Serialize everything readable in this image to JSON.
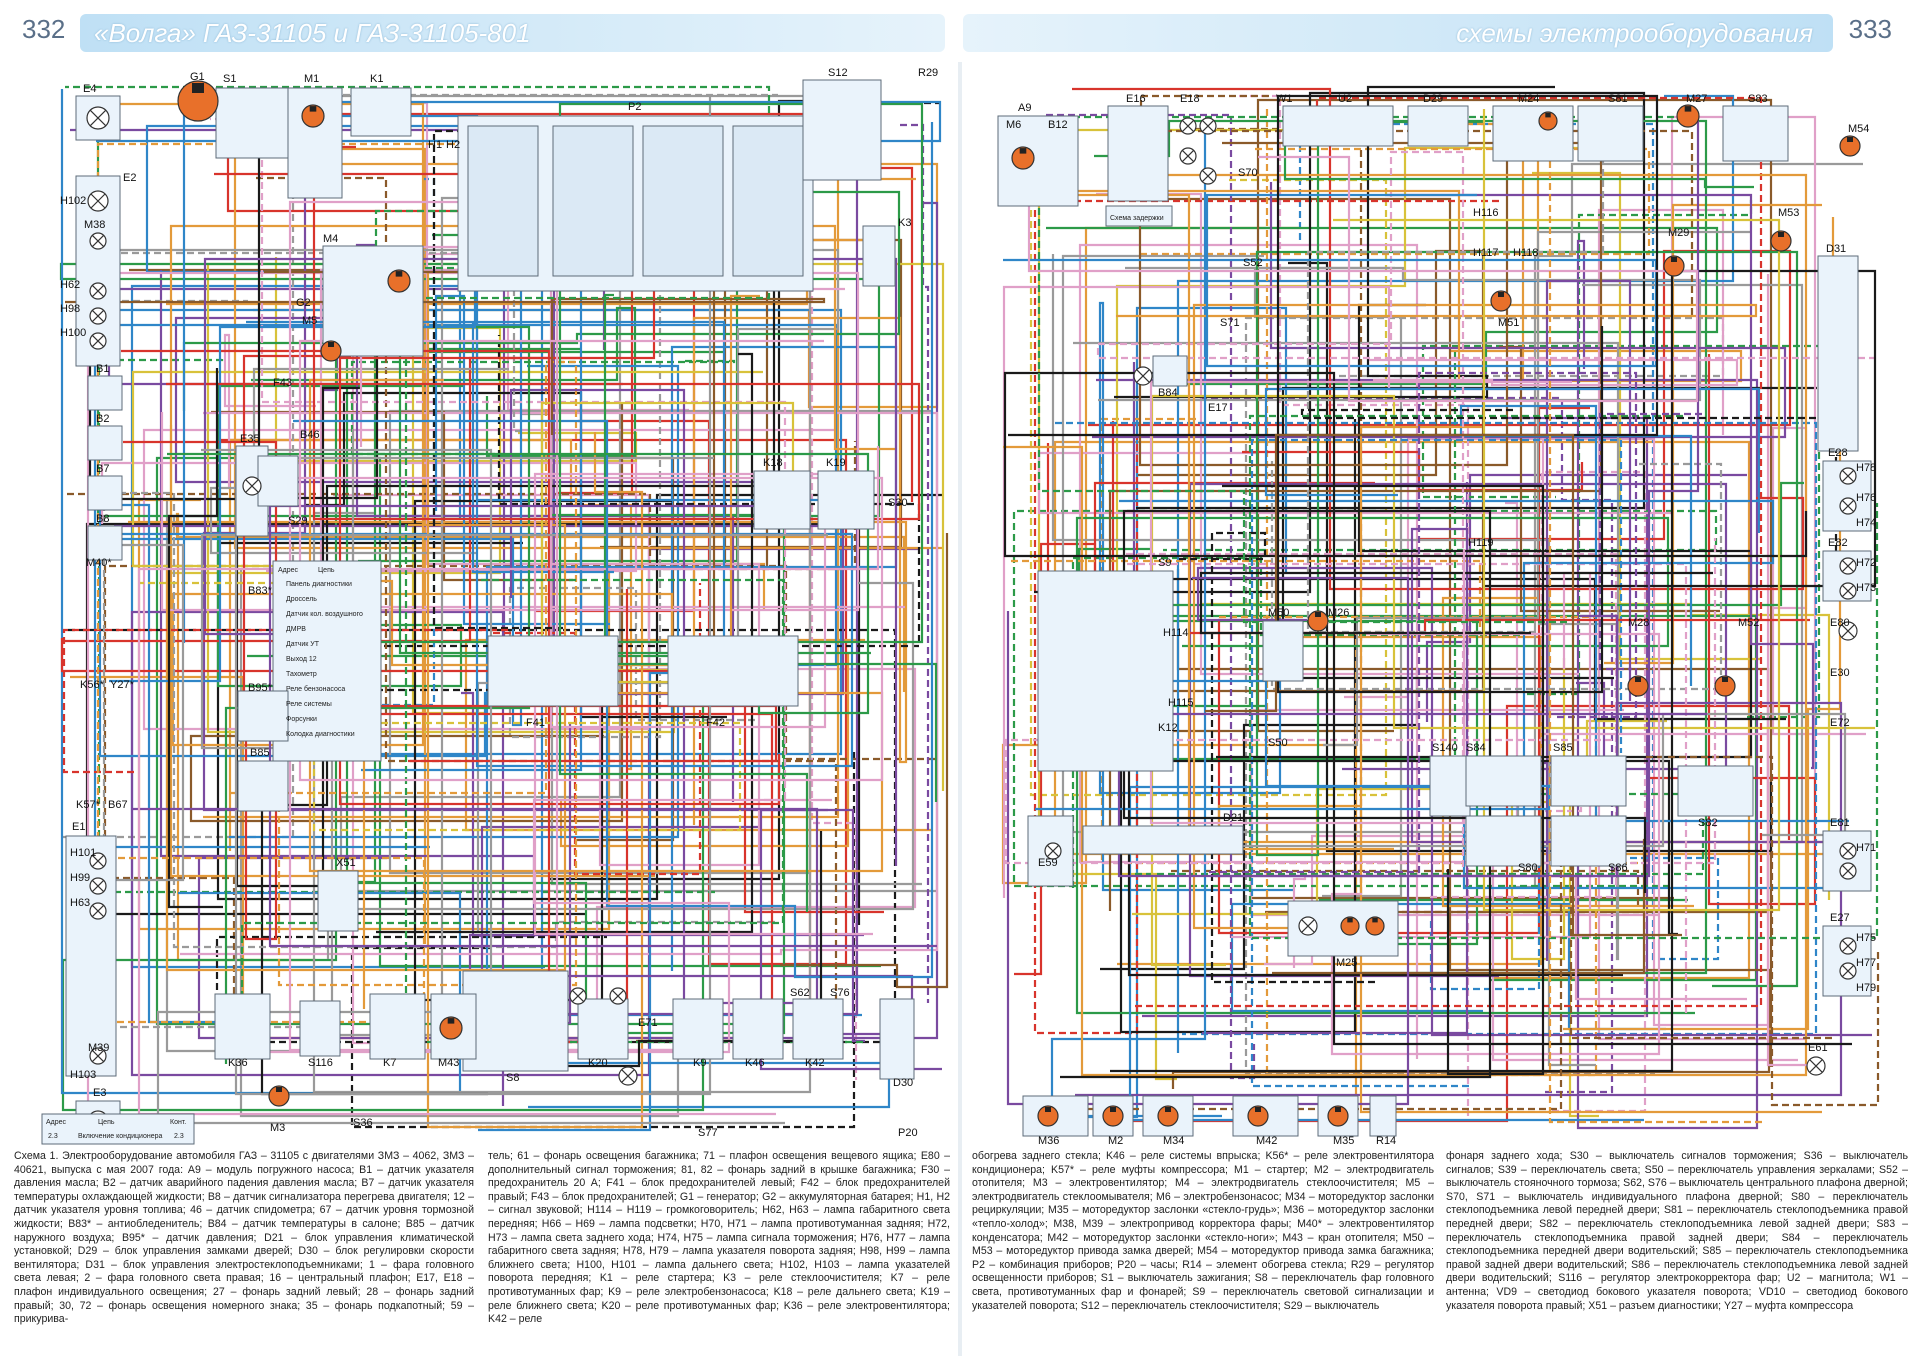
{
  "header": {
    "page_left": "332",
    "title_left": "«Волга» ГАЗ-31105 и ГАЗ-31105-801",
    "title_right": "схемы электрооборудования",
    "page_right": "333"
  },
  "colors": {
    "banner": "#bfe0f5",
    "wire_red": "#d8342c",
    "wire_blue": "#2f86c8",
    "wire_green": "#2c9a48",
    "wire_black": "#1a1a1a",
    "wire_orange": "#e39a3a",
    "wire_pink": "#e0a0c8",
    "wire_brown": "#8a5a2a",
    "wire_violet": "#7a4aa0",
    "wire_grey": "#9a9a9a",
    "wire_yellow": "#d8c23a",
    "component_fill": "#eaf3fb"
  },
  "components": {
    "left": [
      "E4",
      "G1",
      "S1",
      "M1",
      "K1",
      "S12",
      "R29",
      "E2",
      "H102",
      "M38",
      "H62",
      "H98",
      "H100",
      "H1",
      "H2",
      "P2",
      "K3",
      "M4",
      "G2",
      "M5",
      "F43",
      "B1",
      "B2",
      "B7",
      "B8",
      "E35",
      "B46",
      "S29",
      "K18",
      "K19",
      "S30",
      "M40*",
      "B83*",
      "B95*",
      "K56*",
      "Y27*",
      "B85",
      "F41",
      "F42",
      "K57*",
      "B67",
      "E1",
      "H101",
      "H99",
      "H63",
      "X51",
      "M39",
      "H103",
      "E3",
      "E71",
      "S62",
      "S76",
      "K36",
      "S116",
      "K7",
      "M43",
      "S8",
      "K20",
      "K9",
      "K46",
      "K42",
      "D30",
      "M3",
      "S36",
      "S77",
      "P20"
    ],
    "right": [
      "A9",
      "M6",
      "B12",
      "E16",
      "E18",
      "W1",
      "U2",
      "D29",
      "M24",
      "S81",
      "M27",
      "S83",
      "M54",
      "S70",
      "M29",
      "M53",
      "H116",
      "H117",
      "H118",
      "S52",
      "S71",
      "D31",
      "B84",
      "E17",
      "M51",
      "E28",
      "H78",
      "H76",
      "H74",
      "H119",
      "E82",
      "H72",
      "H73",
      "S9",
      "H114",
      "M50",
      "M26",
      "M28",
      "M52",
      "E80",
      "H115",
      "S140",
      "S84",
      "S85",
      "E30",
      "E72",
      "K12",
      "S50",
      "S82",
      "D21",
      "E81",
      "H71",
      "H75",
      "E59",
      "S80",
      "S86",
      "E27",
      "H77",
      "H79",
      "M25",
      "E61",
      "M36",
      "M2",
      "M34",
      "M42",
      "M35",
      "R14"
    ]
  },
  "inset_labels": {
    "delay_scheme": "Схема задержки"
  },
  "tables": {
    "diagnostic": {
      "col1": "Адрес",
      "col2": "Цепь",
      "rows": [
        "Панель диагностики",
        "Дроссель",
        "Датчик кол. воздушного",
        "ДМРВ",
        "Датчик УТ",
        "Выход 12",
        "Тахометр",
        "Реле бензонасоса",
        "Реле системы",
        "Форсунки",
        "Колодка диагностики"
      ]
    },
    "ac": {
      "col1": "Адрес",
      "col2": "Цепь",
      "col3": "Конт.",
      "row_addr": "2.3",
      "row_circuit": "Включение кондиционера",
      "row_contact": "2.3"
    }
  },
  "caption": {
    "c1": "Схема 1. Электрооборудование автомобиля ГАЗ – 31105 с двигателями ЗМЗ – 4062, ЗМЗ – 40621, выпуска с мая 2007 года: A9 – модуль погружного насоса; B1 – датчик указателя давления масла; B2 – датчик аварийного падения давления масла; B7 – датчик указателя температуры охлаждающей жидкости; B8 – датчик сигнализатора перегрева двигателя; 12 – датчик указателя уровня топлива; 46 – датчик спидометра; 67 – датчик уровня тормозной жидкости; B83* – антиобледенитель; B84 – датчик температуры в салоне; B85 – датчик наружного воздуха; B95* – датчик давления; D21 – блок управления климатической установкой; D29 – блок управления замками дверей; D30 – блок регулировки скорости вентилятора; D31 – блок управления электростеклоподъемниками; 1 – фара головного света левая; 2 – фара головного света правая; 16 – центральный плафон; E17, E18 – плафон индивидуального освещения; 27 – фонарь задний левый; 28 – фонарь задний правый; 30, 72 – фонарь освещения номерного знака; 35 – фонарь подкапотный; 59 – прикурива-",
    "c2": "тель; 61 – фонарь освещения багажника; 71 – плафон освещения вещевого ящика; E80 – дополнительный сигнал торможения; 81, 82 – фонарь задний в крышке багажника; F30 – предохранитель 20 А; F41 – блок предохранителей левый; F42 – блок предохранителей правый; F43 – блок предохранителей; G1 – генератор; G2 – аккумуляторная батарея; H1, H2 – сигнал звуковой; H114 – H119 – громкоговоритель; H62, H63 – лампа габаритного света передняя; H66 – H69 – лампа подсветки; H70, H71 – лампа противотуманная задняя; H72, H73 – лампа света заднего хода; H74, H75 – лампа сигнала торможения; H76, H77 – лампа габаритного света задняя; H78, H79 – лампа указателя поворота задняя; H98, H99 – лампа ближнего света; H100, H101 – лампа дальнего света; H102, H103 – лампа указателей поворота передняя; K1 – реле стартера; K3 – реле стеклоочистителя; K7 – реле противотуманных фар; K9 – реле электробензонасоса; K18 – реле дальнего света; K19 – реле ближнего света; K20 – реле противотуманных фар; K36 – реле электровентилятора; K42 – реле",
    "c3": "обогрева заднего стекла; K46 – реле системы впрыска; K56* – реле электровентилятора кондиционера; K57* – реле муфты компрессора; M1 – стартер; M2 – электродвигатель отопителя; M3 – электровентилятор; M4 – электродвигатель стеклоочистителя; M5 – электродвигатель стеклоомывателя; M6 – электробензонасос; M34 – моторедуктор заслонки рециркуляции; M35 – моторедуктор заслонки «стекло-грудь»; M36 – моторедуктор заслонки «тепло-холод»; M38, M39 – электропривод корректора фары; M40* – электровентилятор конденсатора; M42 – моторедуктор заслонки «стекло-ноги»; M43 – кран отопителя; M50 – M53 – моторедуктор привода замка дверей; M54 – моторедуктор привода замка багажника; P2 – комбинация приборов; P20 – часы; R14 – элемент обогрева стекла; R29 – регулятор освещенности приборов; S1 – выключатель зажигания; S8 – переключатель фар головного света, противотуманных фар и фонарей; S9 – переключатель световой сигнализации и указателей поворота; S12 – переключатель стеклоочистителя; S29 – выключатель",
    "c4": "фонаря заднего хода; S30 – выключатель сигналов торможения; S36 – выключатель сигналов; S39 – переключатель света; S50 – переключатель управления зеркалами; S52 – выключатель стояночного тормоза; S62, S76 – выключатель центрального плафона дверной; S70, S71 – выключатель индивидуального плафона дверной; S80 – переключатель стеклоподъемника левой передней двери; S81 – переключатель стеклоподъемника правой передней двери; S82 – переключатель стеклоподъемника левой задней двери; S83 – переключатель стеклоподъемника правой задней двери; S84 – переключатель стеклоподъемника передней двери водительский; S85 – переключатель стеклоподъемника правой задней двери водительский; S86 – переключатель стеклоподъемника левой задней двери водительский; S116 – регулятор электрокорректора фар; U2 – магнитола; W1 – антенна; VD9 – светодиод бокового указателя поворота; VD10 – светодиод бокового указателя поворота правый; X51 – разъем диагностики; Y27 – муфта компрессора"
  }
}
